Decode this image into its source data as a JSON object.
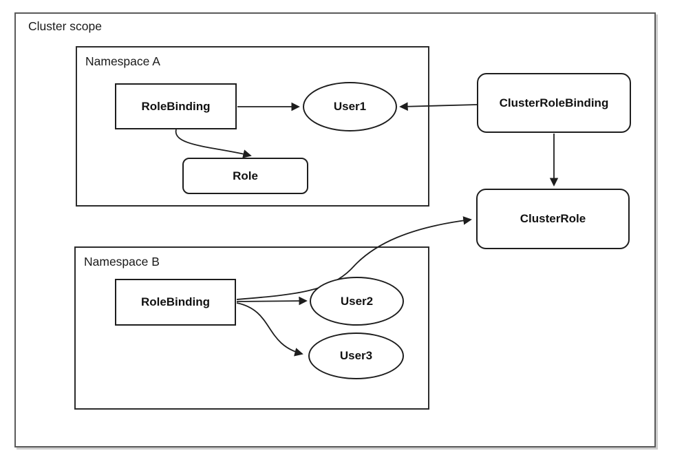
{
  "cluster": {
    "label": "Cluster scope"
  },
  "namespace_a": {
    "label": "Namespace A",
    "rolebinding_label": "RoleBinding",
    "user1_label": "User1",
    "role_label": "Role"
  },
  "namespace_b": {
    "label": "Namespace B",
    "rolebinding_label": "RoleBinding",
    "user2_label": "User2",
    "user3_label": "User3"
  },
  "cluster_role_binding_label": "ClusterRoleBinding",
  "cluster_role_label": "ClusterRole",
  "edges": [
    {
      "from": "RoleBinding (Namespace A)",
      "to": "User1"
    },
    {
      "from": "RoleBinding (Namespace A)",
      "to": "Role"
    },
    {
      "from": "ClusterRoleBinding",
      "to": "User1"
    },
    {
      "from": "ClusterRoleBinding",
      "to": "ClusterRole"
    },
    {
      "from": "RoleBinding (Namespace B)",
      "to": "User2"
    },
    {
      "from": "RoleBinding (Namespace B)",
      "to": "User3"
    },
    {
      "from": "RoleBinding (Namespace B)",
      "to": "ClusterRole"
    }
  ],
  "colors": {
    "outer_border": "#595959",
    "shape_border": "#1d1d1d",
    "text": "#1a1a1a",
    "background": "#ffffff"
  }
}
